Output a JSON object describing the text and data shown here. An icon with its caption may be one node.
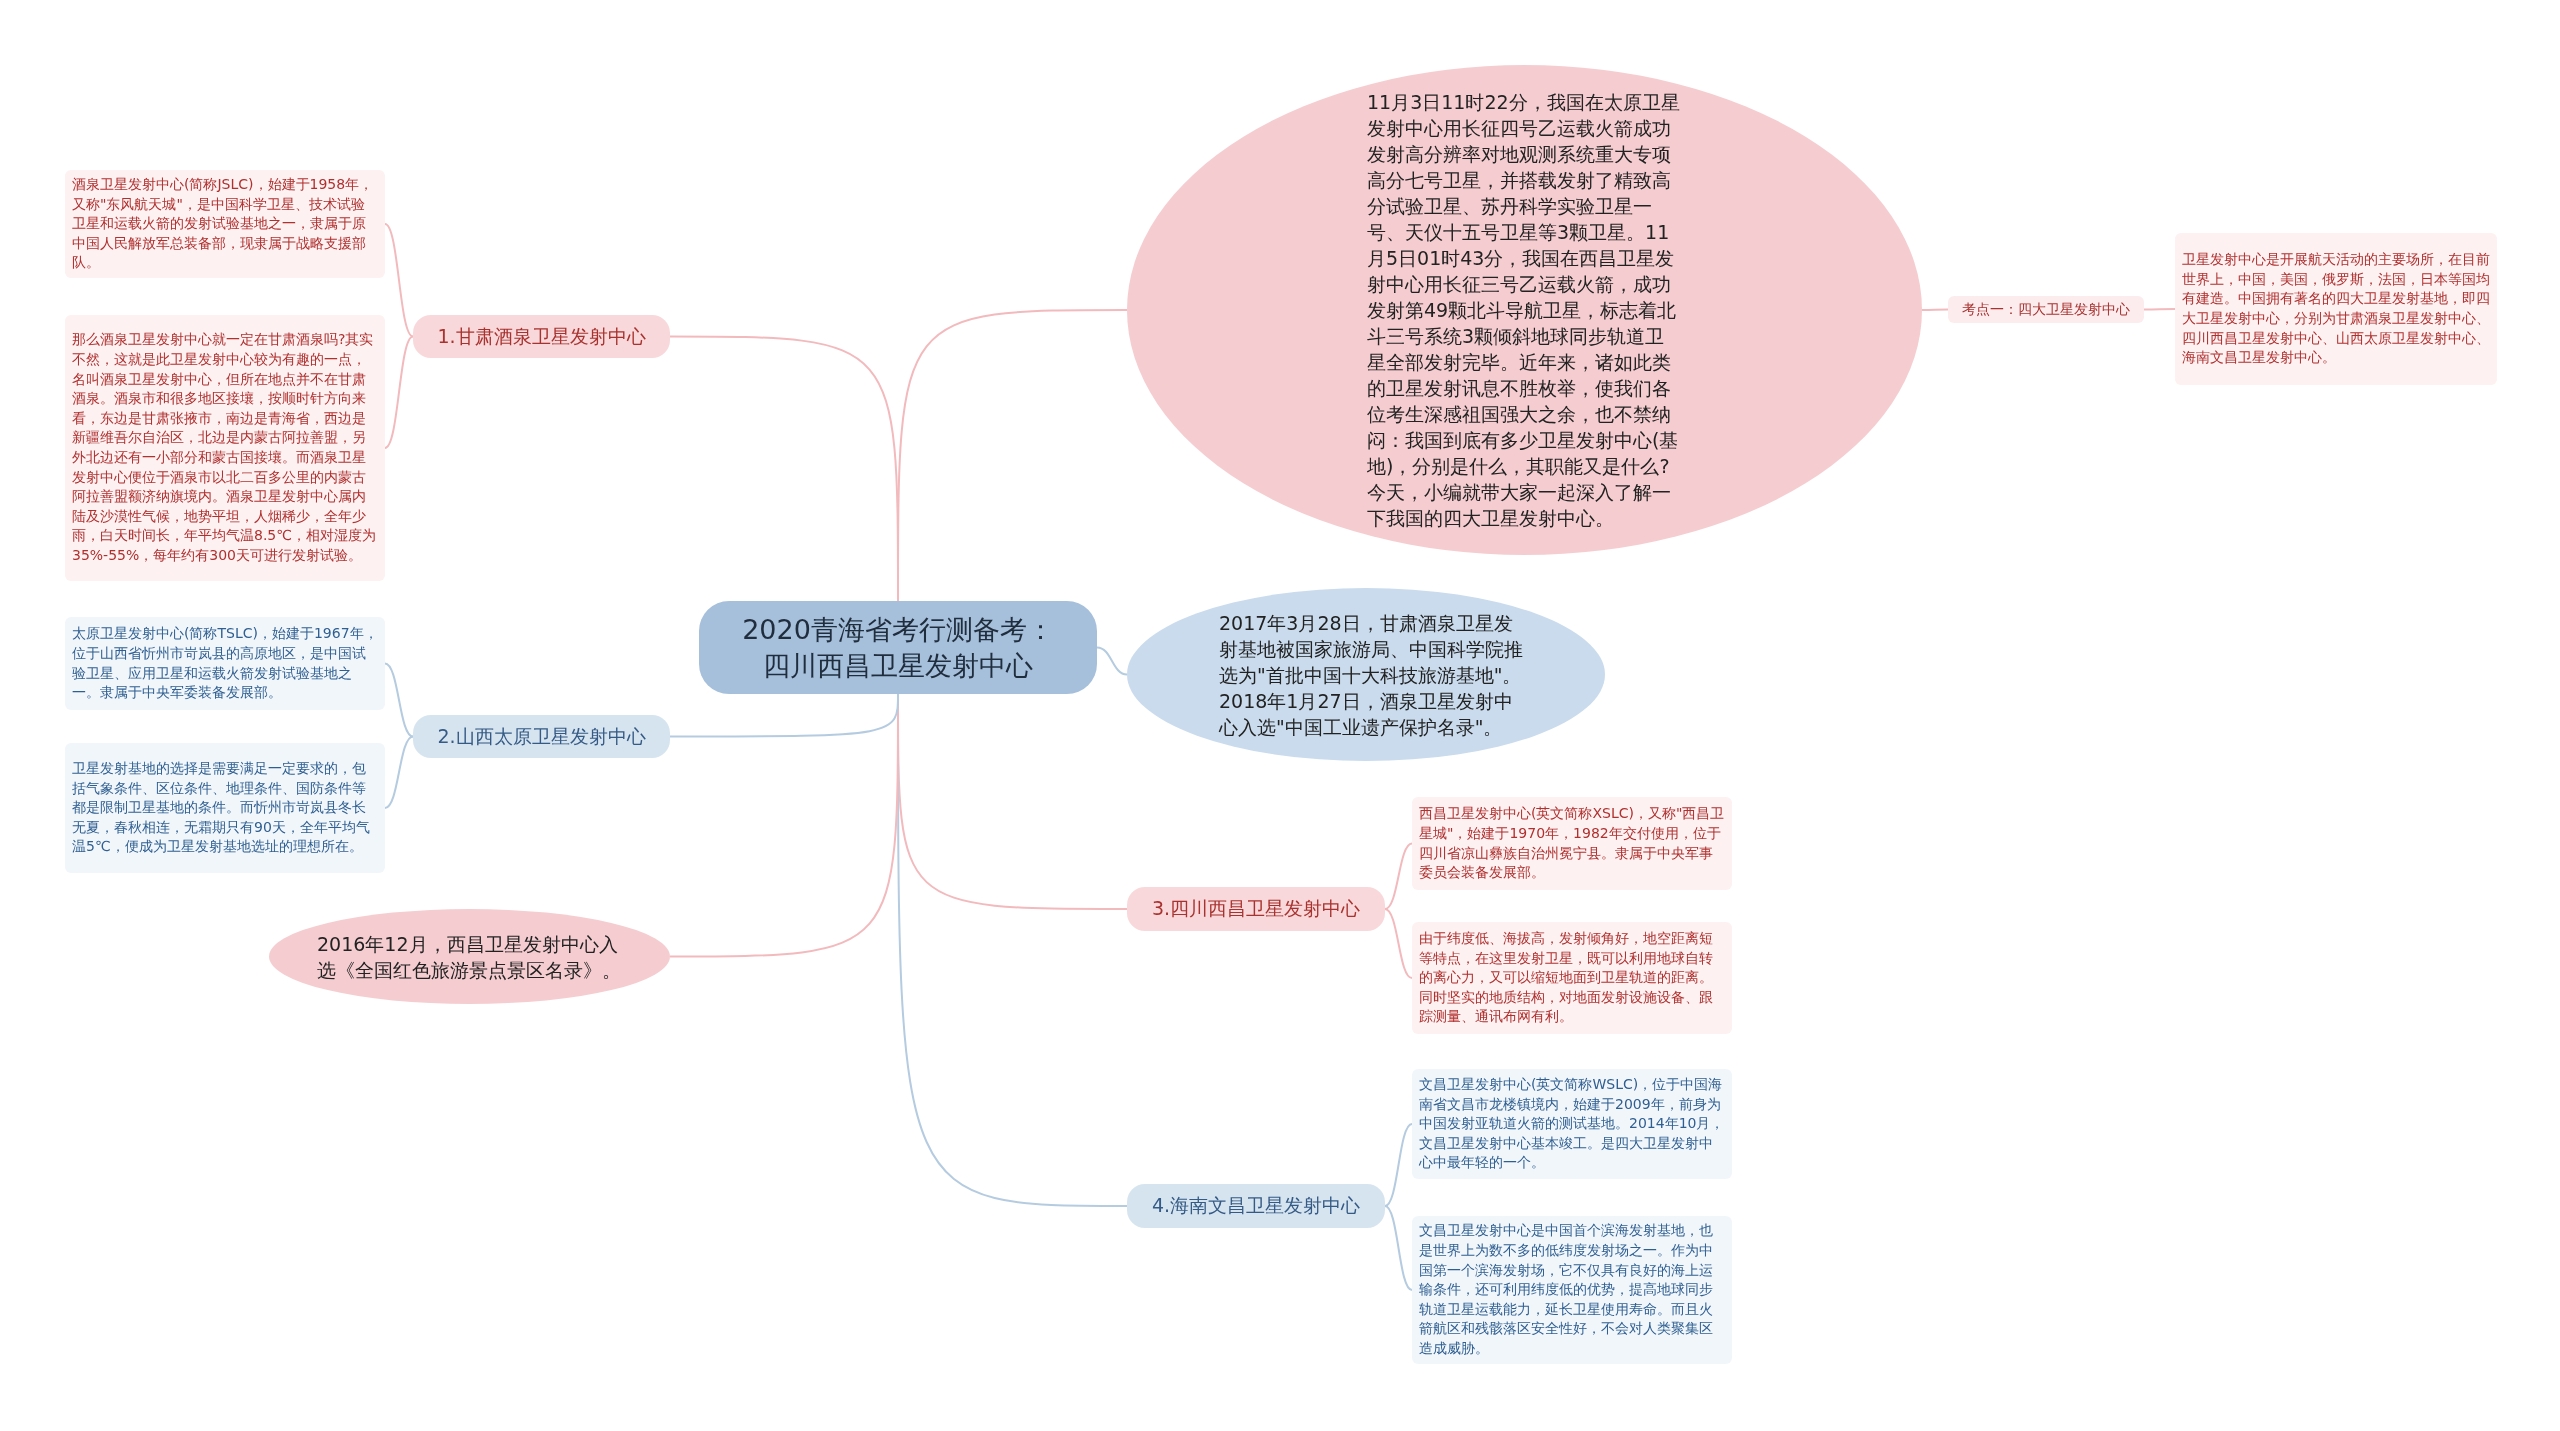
{
  "diagram": {
    "nodes": [
      {
        "text": [
          "2020青海省考行测备考：四川西昌卫星发射中心"
        ]
      },
      {
        "text": [
          "11月3日11时22分，我国在太原卫星发射中心用长征四号乙运载火箭成功发射高分辨率对地观测系统重大专项高分七号卫星，并搭载发射了精致高分试验卫星、苏丹科学实验卫星一号、天仪十五号卫星等3颗卫星。11月5日01时43分，我国在西昌卫星发射中心用长征三号乙运载火箭，成功发射第49颗北斗导航卫星，标志着北斗三号系统3颗倾斜地球同步轨道卫星全部发射完毕。近年来，诸如此类的卫星发射讯息不胜枚举，使我们各位考生深感祖国强大之余，也不禁纳闷：我国到底有多少卫星发射中心(基地)，分别是什么，其职能又是什么?今天，小编就带大家一起深入了解一下我国的四大卫星发射中心。"
        ]
      },
      {
        "text": [
          "考点一：四大卫星发射中心"
        ]
      },
      {
        "text": [
          "卫星发射中心是开展航天活动的主要场所，在目前世界上，中国，美国，俄罗斯，法国，日本等国均有建造。中国拥有著名的四大卫星发射基地，即四大卫星发射中心，分别为甘肃酒泉卫星发射中心、四川西昌卫星发射中心、山西太原卫星发射中心、海南文昌卫星发射中心。"
        ]
      },
      {
        "text": [
          "2017年3月28日，甘肃酒泉卫星发射基地被国家旅游局、中国科学院推选为\"首批中国十大科技旅游基地\"。2018年1月27日，酒泉卫星发射中心入选\"中国工业遗产保护名录\"。"
        ]
      },
      {
        "text": [
          "3.四川西昌卫星发射中心"
        ]
      },
      {
        "text": [
          "西昌卫星发射中心(英文简称XSLC)，又称\"西昌卫星城\"，始建于1970年，1982年交付使用，位于四川省凉山彝族自治州冕宁县。隶属于中央军事委员会装备发展部。"
        ]
      },
      {
        "text": [
          "由于纬度低、海拔高，发射倾角好，地空距离短等特点，在这里发射卫星，既可以利用地球自转的离心力，又可以缩短地面到卫星轨道的距离。同时坚实的地质结构，对地面发射设施设备、跟踪测量、通讯布网有利。"
        ]
      },
      {
        "text": [
          "4.海南文昌卫星发射中心"
        ]
      },
      {
        "text": [
          "文昌卫星发射中心(英文简称WSLC)，位于中国海南省文昌市龙楼镇境内，始建于2009年，前身为中国发射亚轨道火箭的测试基地。2014年10月，文昌卫星发射中心基本竣工。是四大卫星发射中心中最年轻的一个。"
        ]
      },
      {
        "text": [
          "文昌卫星发射中心是中国首个滨海发射基地，也是世界上为数不多的低纬度发射场之一。作为中国第一个滨海发射场，它不仅具有良好的海上运输条件，还可利用纬度低的优势，提高地球同步轨道卫星运载能力，延长卫星使用寿命。而且火箭航区和残骸落区安全性好，不会对人类聚集区造成威胁。"
        ]
      },
      {
        "text": [
          "2016年12月，西昌卫星发射中心入选《全国红色旅游景点景区名录》。"
        ]
      },
      {
        "text": [
          "2.山西太原卫星发射中心"
        ]
      },
      {
        "text": [
          "太原卫星发射中心(简称TSLC)，始建于1967年，位于山西省忻州市岢岚县的高原地区，是中国试验卫星、应用卫星和运载火箭发射试验基地之一。隶属于中央军委装备发展部。"
        ]
      },
      {
        "text": [
          "卫星发射基地的选择是需要满足一定要求的，包括气象条件、区位条件、地理条件、国防条件等都是限制卫星基地的条件。而忻州市岢岚县冬长无夏，春秋相连，无霜期只有90天，全年平均气温5℃，便成为卫星发射基地选址的理想所在。"
        ]
      },
      {
        "text": [
          "1.甘肃酒泉卫星发射中心"
        ]
      },
      {
        "text": [
          "酒泉卫星发射中心(简称JSLC)，始建于1958年，又称\"东风航天城\"，是中国科学卫星、技术试验卫星和运载火箭的发射试验基地之一，隶属于原中国人民解放军总装备部，现隶属于战略支援部队。"
        ]
      },
      {
        "text": [
          "那么酒泉卫星发射中心就一定在甘肃酒泉吗?其实不然，这就是此卫星发射中心较为有趣的一点，名叫酒泉卫星发射中心，但所在地点并不在甘肃酒泉。酒泉市和很多地区接壤，按顺时针方向来看，东边是甘肃张掖市，南边是青海省，西边是新疆维吾尔自治区，北边是内蒙古阿拉善盟，另外北边还有一小部分和蒙古国接壤。而酒泉卫星发射中心便位于酒泉市以北二百多公里的内蒙古阿拉善盟额济纳旗境内。酒泉卫星发射中心属内陆及沙漠性气候，地势平坦，人烟稀少，全年少雨，白天时间长，年平均气温8.5℃，相对湿度为35%-55%，每年约有300天可进行发射试验。"
        ]
      }
    ],
    "edges": [
      {
        "from": 0,
        "to": 1,
        "arrow": "none"
      },
      {
        "from": 1,
        "to": 2,
        "arrow": "none"
      },
      {
        "from": 2,
        "to": 3,
        "arrow": "none"
      },
      {
        "from": 0,
        "to": 4,
        "arrow": "none",
        "color": "#b5cbe0"
      },
      {
        "from": 0,
        "to": 5,
        "arrow": "none"
      },
      {
        "from": 5,
        "to": 6,
        "arrow": "none"
      },
      {
        "from": 5,
        "to": 7,
        "arrow": "none"
      },
      {
        "from": 0,
        "to": 8,
        "arrow": "none",
        "color": "#b5cbe0"
      },
      {
        "from": 8,
        "to": 9,
        "arrow": "none",
        "color": "#b5cbe0"
      },
      {
        "from": 8,
        "to": 10,
        "arrow": "none",
        "color": "#b5cbe0"
      },
      {
        "from": 0,
        "to": 11,
        "arrow": "none"
      },
      {
        "from": 0,
        "to": 12,
        "arrow": "none",
        "color": "#b5cbe0"
      },
      {
        "from": 12,
        "to": 13,
        "arrow": "none",
        "color": "#b5cbe0"
      },
      {
        "from": 12,
        "to": 14,
        "arrow": "none",
        "color": "#b5cbe0"
      },
      {
        "from": 0,
        "to": 15,
        "arrow": "none"
      },
      {
        "from": 15,
        "to": 16,
        "arrow": "none"
      },
      {
        "from": 15,
        "to": 17,
        "arrow": "none"
      }
    ]
  }
}
